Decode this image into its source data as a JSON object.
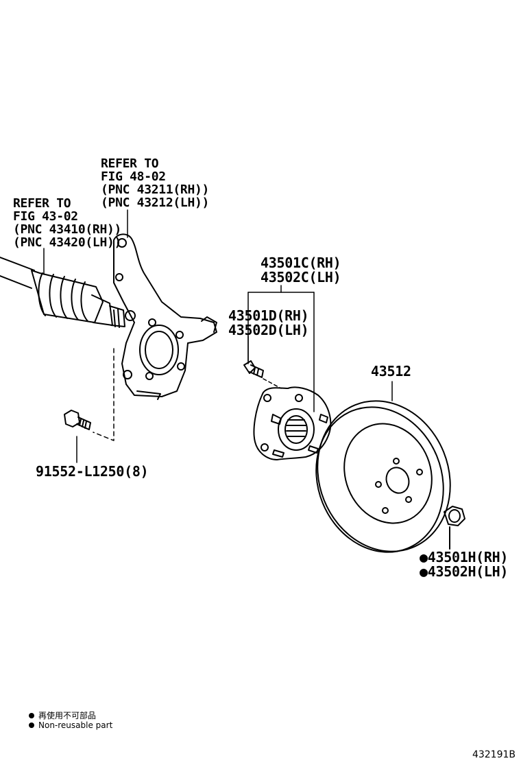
{
  "callouts": {
    "knuckle_ref": {
      "line1": "REFER TO",
      "line2": "FIG 48-02",
      "line3": "(PNC 43211(RH))",
      "line4": "(PNC 43212(LH))"
    },
    "driveshaft_ref": {
      "line1": "REFER TO",
      "line2": "FIG 43-02",
      "line3": "(PNC 43410(RH))",
      "line4": "(PNC 43420(LH))"
    },
    "hub_assembly": {
      "line1": "43501C(RH)",
      "line2": "43502C(LH)"
    },
    "hub_bolt": {
      "line1": "43501D(RH)",
      "line2": "43502D(LH)"
    },
    "disc": {
      "label": "43512"
    },
    "knuckle_bolt": {
      "label": "91552-L1250(8)"
    },
    "hub_nut": {
      "line1": "●43501H(RH)",
      "line2": "●43502H(LH)"
    }
  },
  "legend": {
    "line1": "再使用不可部品",
    "line2": "Non-reusable part"
  },
  "figure_number": "432191B"
}
